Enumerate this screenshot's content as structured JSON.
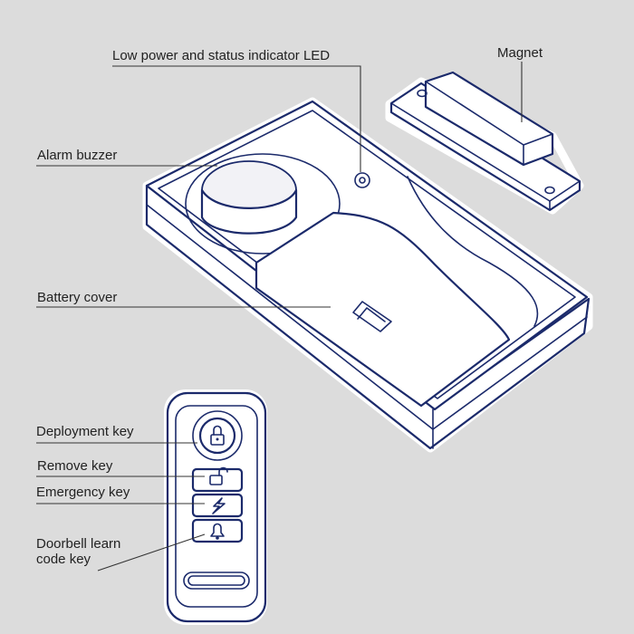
{
  "labels": {
    "led": "Low power and status indicator LED",
    "magnet": "Magnet",
    "buzzer": "Alarm buzzer",
    "battery": "Battery cover",
    "deploy": "Deployment key",
    "remove": "Remove key",
    "emergency": "Emergency key",
    "doorbell_line1": "Doorbell learn",
    "doorbell_line2": "code key"
  },
  "icons": {
    "deploy": "padlock-closed-icon",
    "remove": "padlock-open-icon",
    "emergency": "lightning-icon",
    "doorbell": "bell-icon"
  },
  "colors": {
    "background": "#dcdcdc",
    "outline": "#1b2a6b",
    "fill": "#ffffff"
  }
}
